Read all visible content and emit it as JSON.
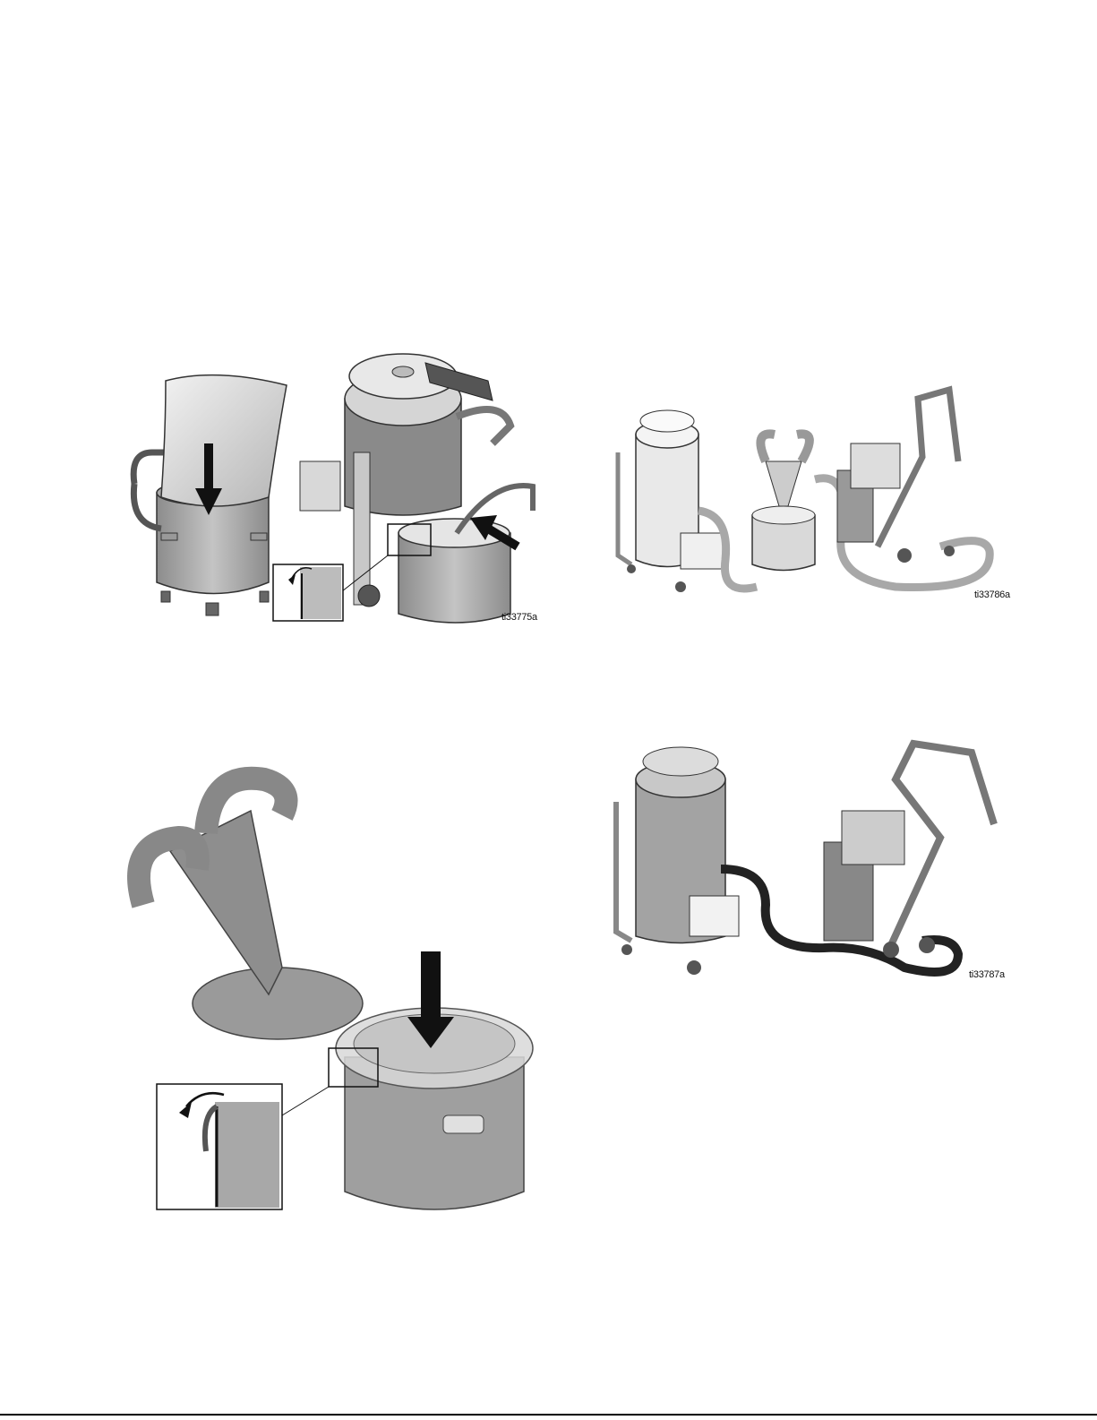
{
  "figures": [
    {
      "id": "ti33775a"
    },
    {
      "id": "ti33786a"
    },
    {
      "id": "ti33787a"
    }
  ]
}
